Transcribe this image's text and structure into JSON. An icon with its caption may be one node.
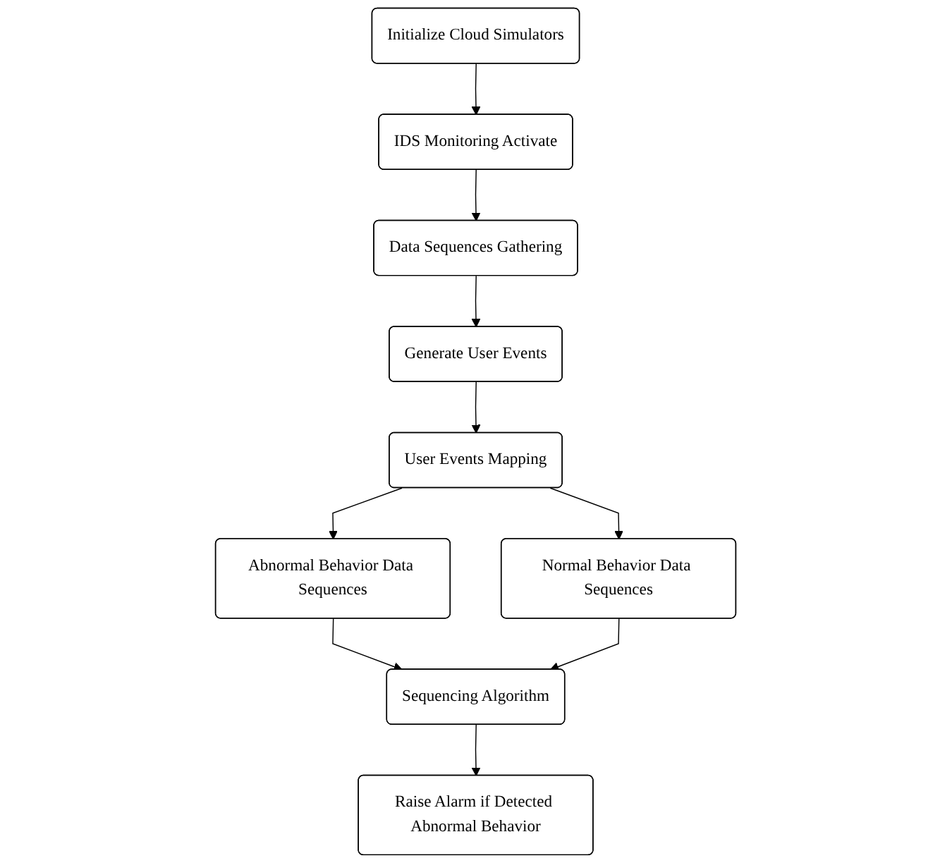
{
  "diagram": {
    "nodes": [
      {
        "text": [
          "IDS Monitoring Activate"
        ]
      },
      {
        "text": [
          "Initialize Cloud Simulators"
        ]
      },
      {
        "text": [
          "Data Sequences Gathering"
        ]
      },
      {
        "text": [
          "Generate User Events"
        ]
      },
      {
        "text": [
          "User Events Mapping"
        ]
      },
      {
        "text": [
          "Abnormal Behavior Data Sequences"
        ]
      },
      {
        "text": [
          "Normal Behavior Data Sequences"
        ]
      },
      {
        "text": [
          "Sequencing Algorithm"
        ]
      },
      {
        "text": [
          "Raise Alarm if Detected Abnormal Behavior"
        ]
      }
    ],
    "edges": [
      {
        "from": 1,
        "to": 0,
        "arrow": "to"
      },
      {
        "from": 0,
        "to": 2,
        "arrow": "to"
      },
      {
        "from": 2,
        "to": 3,
        "arrow": "to"
      },
      {
        "from": 3,
        "to": 4,
        "arrow": "to"
      },
      {
        "from": 4,
        "to": 5,
        "arrow": "to"
      },
      {
        "from": 4,
        "to": 6,
        "arrow": "to"
      },
      {
        "from": 5,
        "to": 7,
        "arrow": "to"
      },
      {
        "from": 6,
        "to": 7,
        "arrow": "to"
      },
      {
        "from": 7,
        "to": 8,
        "arrow": "to"
      }
    ]
  }
}
